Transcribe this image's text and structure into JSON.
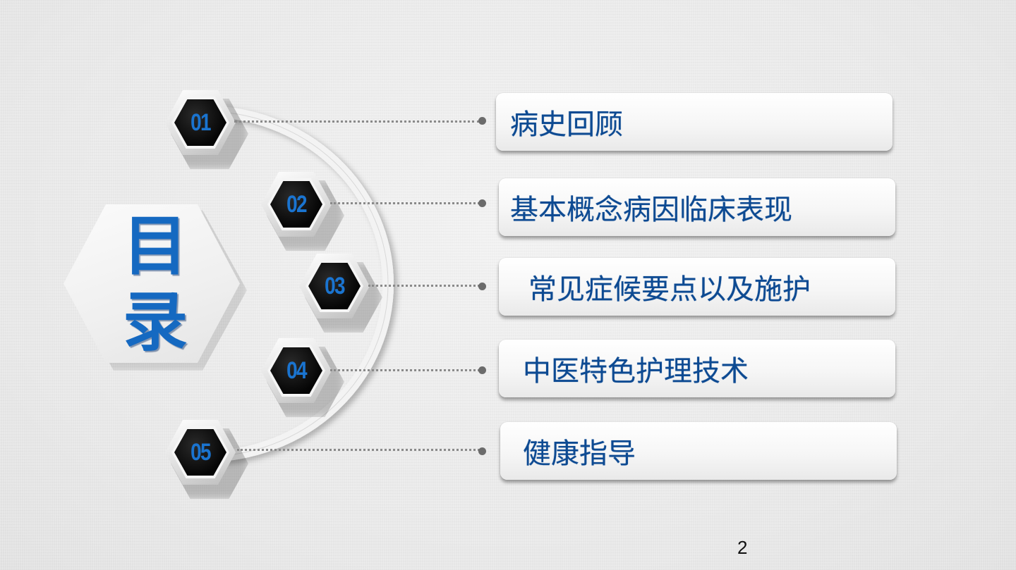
{
  "slide": {
    "title": "目录",
    "title_chars": [
      "目",
      "录"
    ],
    "accent_color": "#1569c1",
    "text_color": "#0d4a92",
    "page_number": "2",
    "items": [
      {
        "number": "01",
        "label": "病史回顾"
      },
      {
        "number": "02",
        "label": "基本概念病因临床表现"
      },
      {
        "number": "03",
        "label": "常见症候要点以及施护"
      },
      {
        "number": "04",
        "label": "中医特色护理技术"
      },
      {
        "number": "05",
        "label": "健康指导"
      }
    ]
  }
}
